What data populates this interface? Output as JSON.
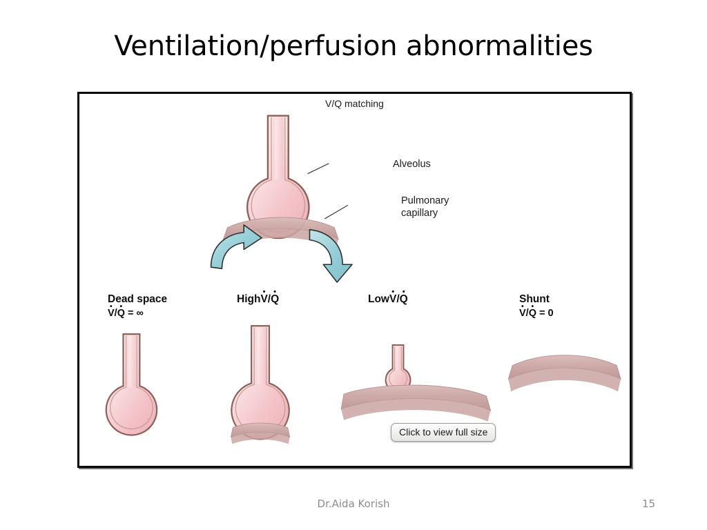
{
  "slide": {
    "title": "Ventilation/perfusion abnormalities",
    "footer_author": "Dr.Aida Korish",
    "page_number": "15"
  },
  "figure": {
    "top_panel": {
      "title": "V/Q matching",
      "callouts": [
        {
          "label": "Alveolus"
        },
        {
          "label_line1": "Pulmonary",
          "label_line2": "capillary"
        }
      ]
    },
    "bottom_panels": [
      {
        "name": "dead-space",
        "title": "Dead space",
        "ratio_prefix": "V",
        "ratio_sep": "/",
        "ratio_denom": "Q",
        "ratio_value": " = ∞",
        "has_alveolus": true,
        "has_capillary": false
      },
      {
        "name": "high-vq",
        "title": "High",
        "ratio_prefix": "V",
        "ratio_sep": "/",
        "ratio_denom": "Q",
        "ratio_value": "",
        "has_alveolus": true,
        "has_capillary": true
      },
      {
        "name": "low-vq",
        "title": "Low",
        "ratio_prefix": "V",
        "ratio_sep": "/",
        "ratio_denom": "Q",
        "ratio_value": "",
        "has_alveolus": true,
        "has_capillary": true
      },
      {
        "name": "shunt",
        "title": "Shunt",
        "ratio_prefix": "V",
        "ratio_sep": "/",
        "ratio_denom": "Q",
        "ratio_value": " = 0",
        "has_alveolus": false,
        "has_capillary": true
      }
    ],
    "tooltip": "Click to view full size",
    "colors": {
      "alveolus_fill_light": "#fdf2f2",
      "alveolus_fill_mid": "#f6c8cc",
      "alveolus_outline": "#8c5f57",
      "capillary_fill": "#cdaaa8",
      "capillary_edge": "#b89392",
      "arrow_fill": "#9ed4da",
      "arrow_outline": "#2e2e2e",
      "frame_border": "#000000",
      "text": "#1b1b1b"
    }
  }
}
